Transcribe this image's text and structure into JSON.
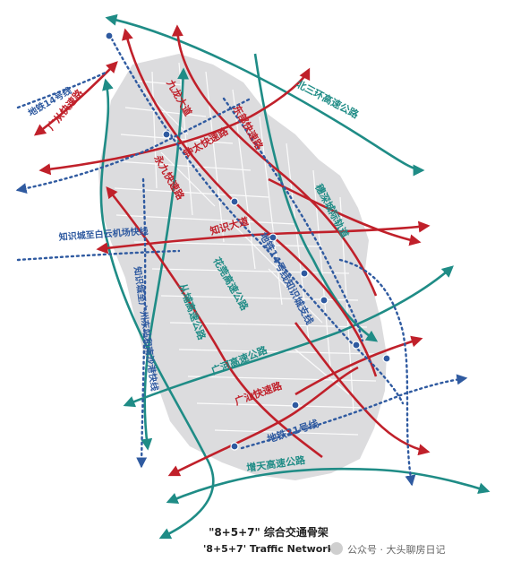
{
  "labels": {
    "jiulong": "九龙大道",
    "dongbu": "东部快速路",
    "zhongtai": "钟太快速路",
    "yongjiu": "永九快速路",
    "zhishi_dadao": "知识大道",
    "huadu": "花莞高速公路",
    "conghua": "从埔高速公路",
    "guanghe": "广河高速公路",
    "guangshan": "广汕快速路",
    "zengtian": "增天高速公路",
    "beisan": "北三环高速公路",
    "guangcong": "广从快速路",
    "metro14": "地铁14号线",
    "metro14_zhishi": "地铁14号线知识城支线",
    "metro21": "地铁21号线",
    "airport_line": "知识城至白云机场快线",
    "gz_east_line": "知识城至广州东站和南沙港快线",
    "gaoxin": "穗深城际轨道"
  },
  "footer": {
    "title_cn": "\"8+5+7\" 综合交通骨架",
    "title_en": "'8+5+7' Traffic Network",
    "watermark": "公众号 · 大头聊房日记"
  },
  "colors": {
    "red": "#c0202a",
    "teal": "#1f8c86",
    "blue": "#2f5aa0",
    "land": "#dcdcde"
  }
}
